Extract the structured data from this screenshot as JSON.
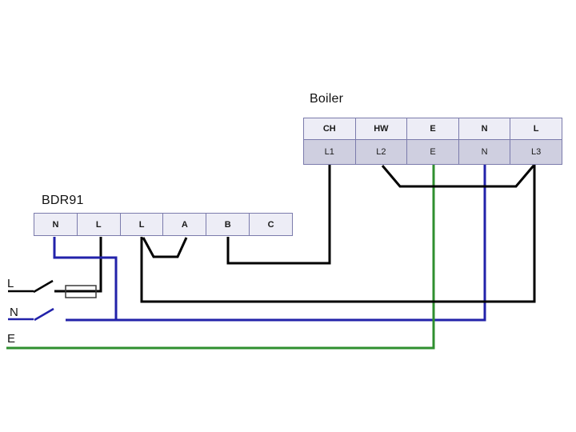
{
  "boiler": {
    "title": "Boiler",
    "header_row": [
      "CH",
      "HW",
      "E",
      "N",
      "L"
    ],
    "terminal_row": [
      "L1",
      "L2",
      "E",
      "N",
      "L3"
    ]
  },
  "bdr91": {
    "title": "BDR91",
    "terminal_row": [
      "N",
      "L",
      "L",
      "A",
      "B",
      "C"
    ]
  },
  "mains": {
    "live_label": "L",
    "neutral_label": "N",
    "earth_label": "E"
  },
  "colors": {
    "wire_black": "#000000",
    "wire_blue": "#2222aa",
    "wire_green": "#2f8f2f",
    "fuse_outline": "#3a3a3a",
    "table_border": "#7b7bac",
    "block_bg_light": "#ededf6",
    "block_bg_dark": "#cfcfe0"
  }
}
